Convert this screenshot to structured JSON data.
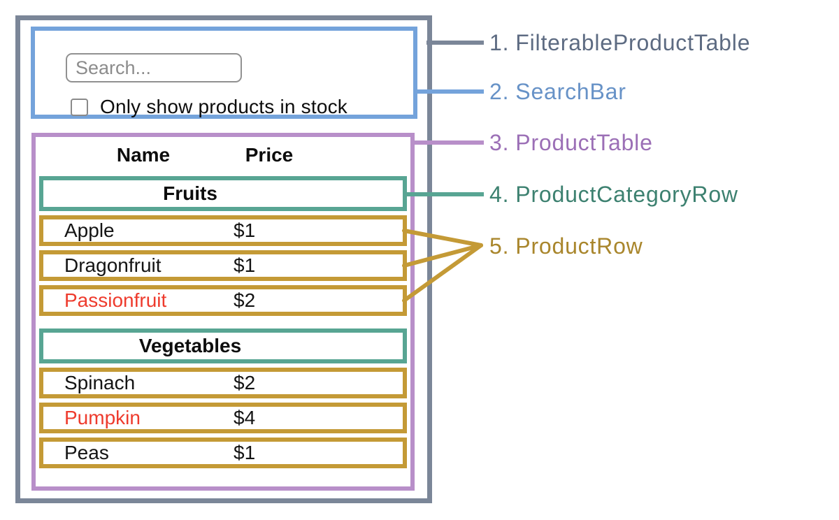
{
  "ui": {
    "search_bar": {
      "search_placeholder": "Search...",
      "checkbox_label": "Only show products in stock",
      "checkbox_checked": false
    },
    "product_table": {
      "columns": {
        "name": "Name",
        "price": "Price"
      },
      "sections": [
        {
          "category": "Fruits",
          "rows": [
            {
              "name": "Apple",
              "price": "$1",
              "name_color": "#141414"
            },
            {
              "name": "Dragonfruit",
              "price": "$1",
              "name_color": "#141414"
            },
            {
              "name": "Passionfruit",
              "price": "$2",
              "name_color": "#EE3B2D"
            }
          ]
        },
        {
          "category": "Vegetables",
          "rows": [
            {
              "name": "Spinach",
              "price": "$2",
              "name_color": "#141414"
            },
            {
              "name": "Pumpkin",
              "price": "$4",
              "name_color": "#EE3B2D"
            },
            {
              "name": "Peas",
              "price": "$1",
              "name_color": "#141414"
            }
          ]
        }
      ]
    }
  },
  "annotations": [
    {
      "number": "1.",
      "name": "FilterableProductTable",
      "color": "#5D6B82"
    },
    {
      "number": "2.",
      "name": "SearchBar",
      "color": "#6792C7"
    },
    {
      "number": "3.",
      "name": "ProductTable",
      "color": "#9B6FB6"
    },
    {
      "number": "4.",
      "name": "ProductCategoryRow",
      "color": "#3D8170"
    },
    {
      "number": "5.",
      "name": "ProductRow",
      "color": "#A9862C"
    }
  ],
  "colors": {
    "filterable_product_table_border": "#7B8698",
    "search_bar_border": "#74A3DB",
    "product_table_border": "#B88FC9",
    "product_category_row_border": "#58A593",
    "product_row_border": "#C49A36",
    "out_of_stock_text": "#EE3B2D"
  }
}
